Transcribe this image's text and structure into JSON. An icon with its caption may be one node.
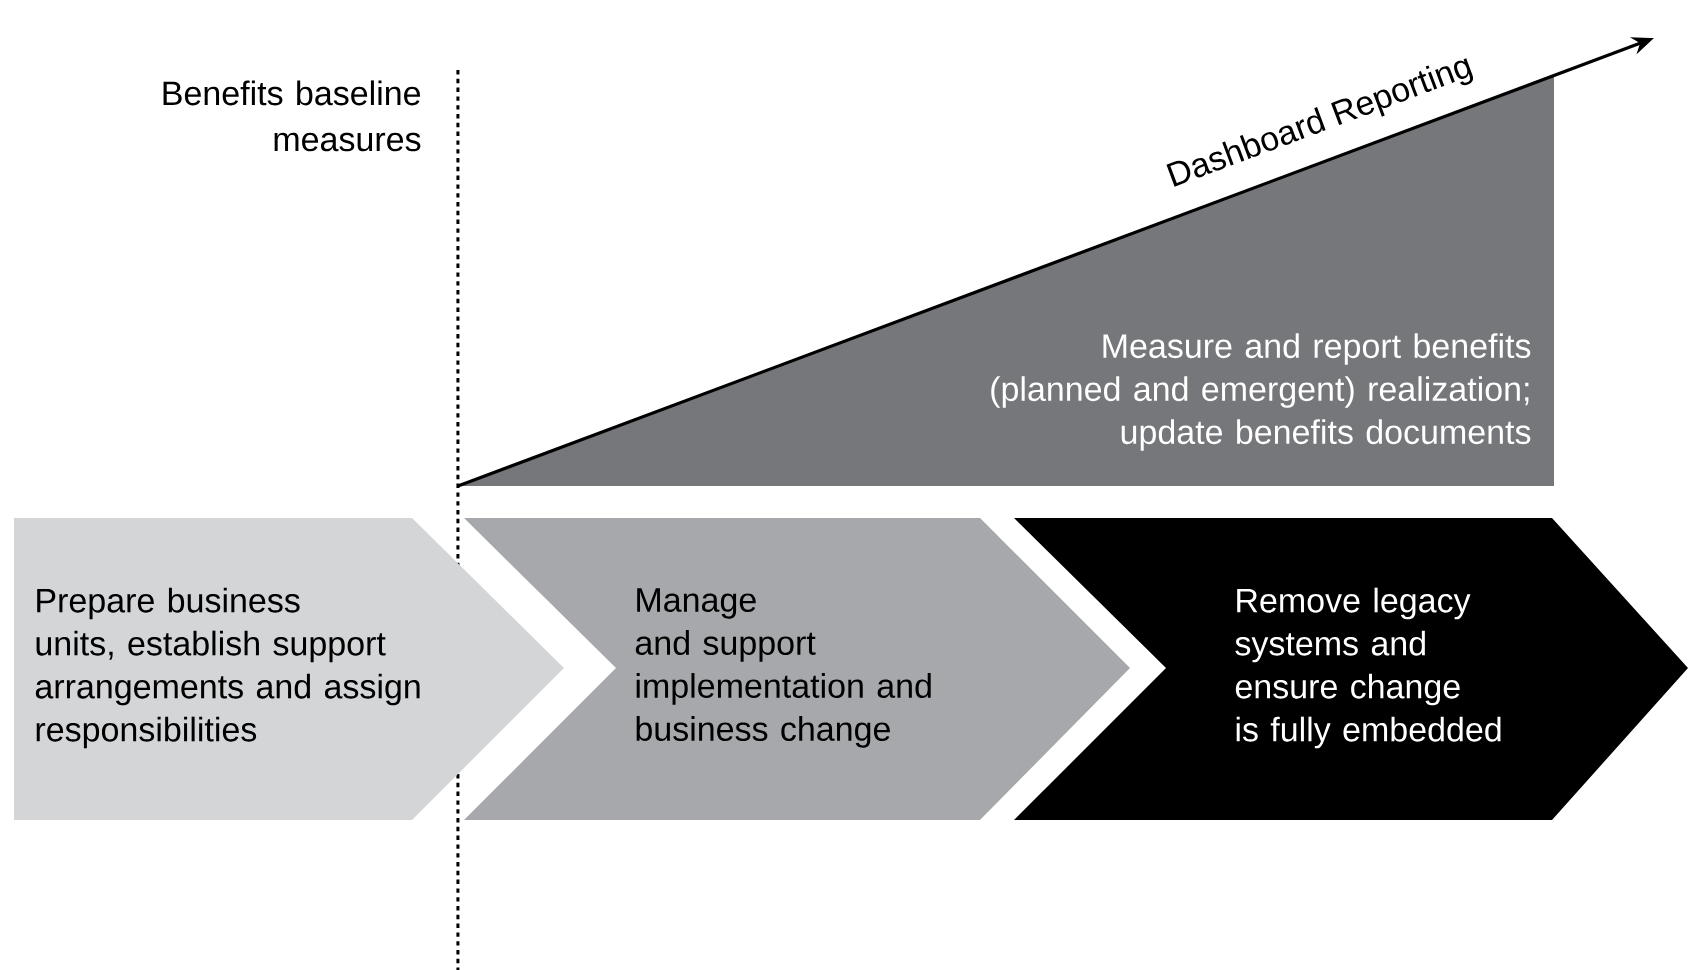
{
  "diagram": {
    "nodes": [
      {
        "text": [
          "Measure and report benefits (planned and emergent) realization; update benefits documents"
        ]
      },
      {
        "text": [
          "Prepare business units, establish support arrangements and assign responsibilities"
        ]
      },
      {
        "text": [
          "Manage and support implementation and business change"
        ]
      },
      {
        "text": [
          "Remove legacy systems and ensure change is fully embedded"
        ]
      }
    ],
    "labels": [
      "Benefits baseline measures",
      "Dashboard Reporting"
    ]
  }
}
